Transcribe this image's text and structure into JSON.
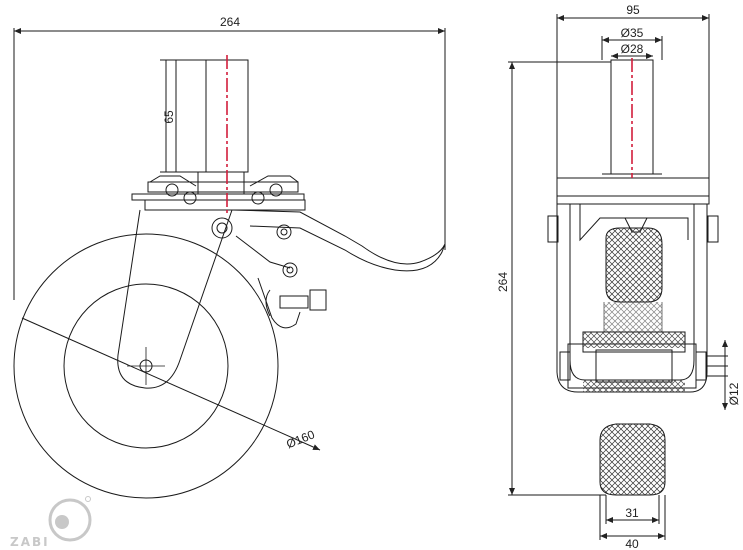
{
  "side_view": {
    "overall_width": "264",
    "stem_height": "65",
    "wheel_diameter": "Ø160"
  },
  "front_view": {
    "overall_width": "95",
    "stem_outer_diameter": "Ø35",
    "stem_inner_diameter": "Ø28",
    "overall_height": "264",
    "axle_diameter": "Ø12",
    "tread_width": "31",
    "wheel_width": "40"
  },
  "logo": {
    "text": "ZABI"
  },
  "colors": {
    "line": "#1a1a1a",
    "centerline": "#d21e3c",
    "hatch": "#333333",
    "logo": "#c8c8c8"
  }
}
